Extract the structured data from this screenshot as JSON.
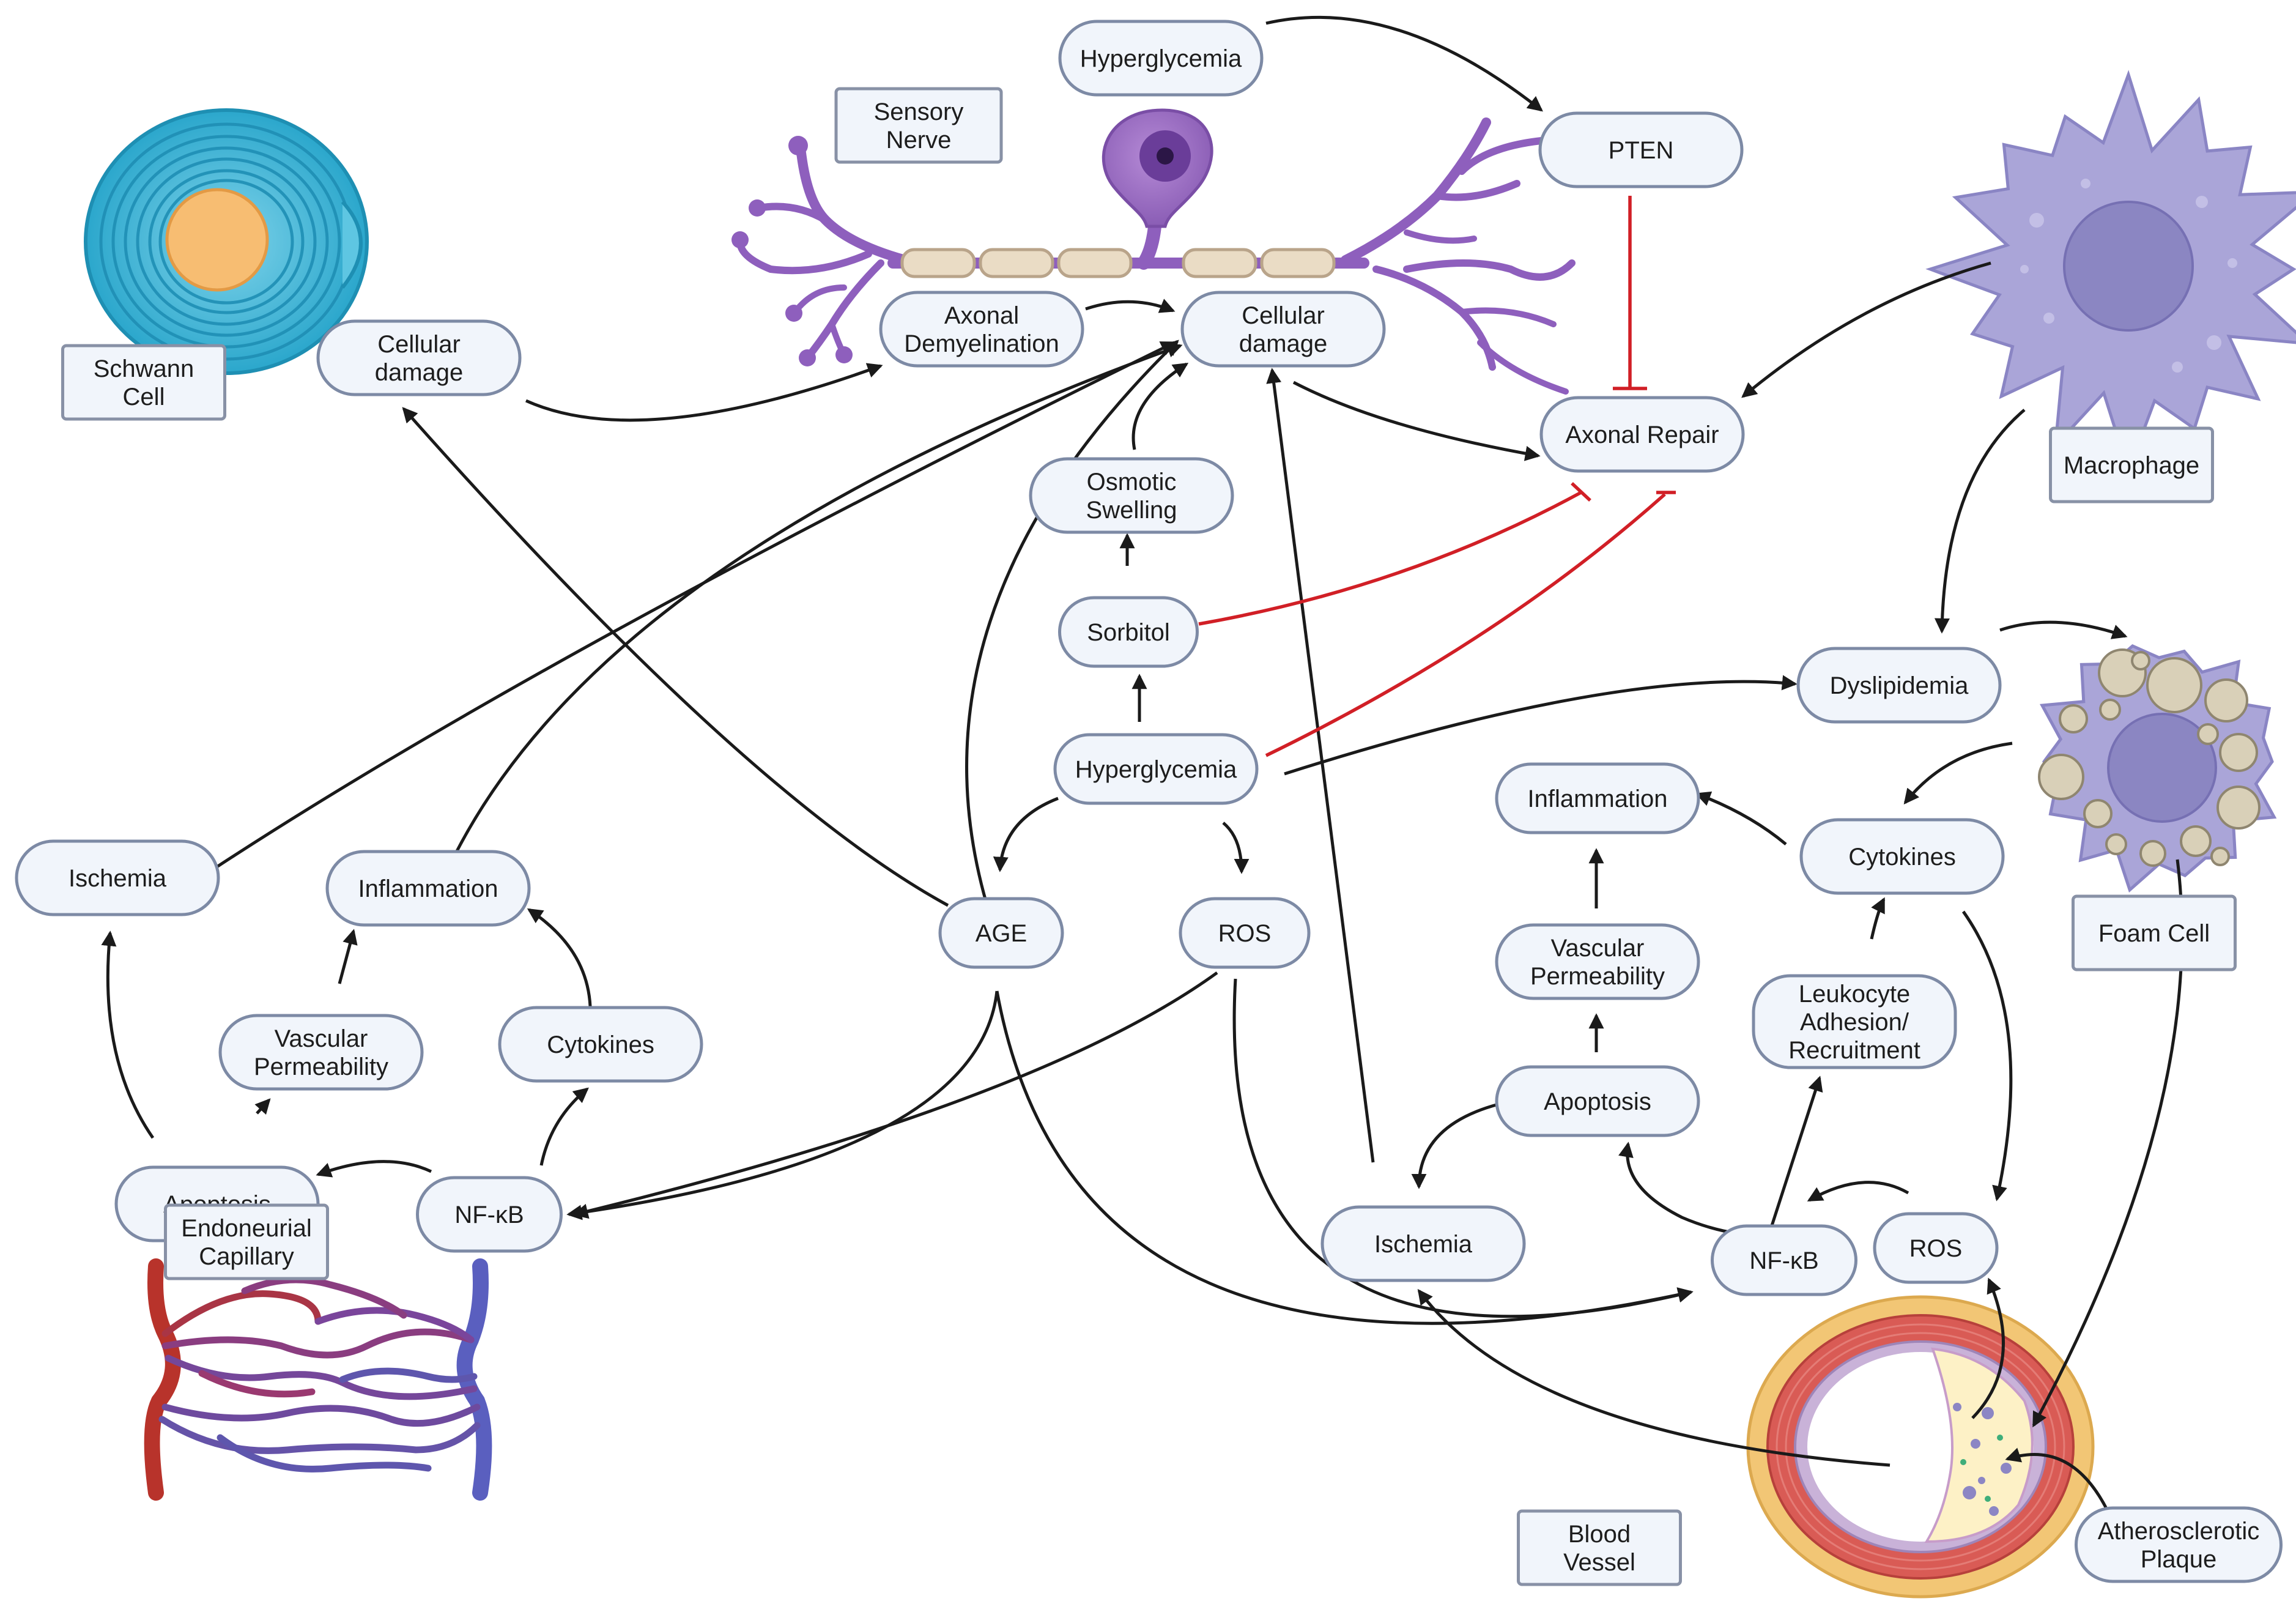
{
  "nodes": {
    "hyperglycemia_top": [
      "Hyperglycemia"
    ],
    "pten": [
      "PTEN"
    ],
    "axonal_demyelination": [
      "Axonal",
      "Demyelination"
    ],
    "cellular_damage_nerve": [
      "Cellular",
      "damage"
    ],
    "cellular_damage_schwann": [
      "Cellular",
      "damage"
    ],
    "axonal_repair": [
      "Axonal Repair"
    ],
    "osmotic_swelling": [
      "Osmotic",
      "Swelling"
    ],
    "sorbitol": [
      "Sorbitol"
    ],
    "hyperglycemia_center": [
      "Hyperglycemia"
    ],
    "dyslipidemia": [
      "Dyslipidemia"
    ],
    "age": [
      "AGE"
    ],
    "ros_center": [
      "ROS"
    ],
    "inflammation_right": [
      "Inflammation"
    ],
    "cytokines_right": [
      "Cytokines"
    ],
    "vascular_permeability_right": [
      "Vascular",
      "Permeability"
    ],
    "leukocyte": [
      "Leukocyte",
      "Adhesion/",
      "Recruitment"
    ],
    "apoptosis_right": [
      "Apoptosis"
    ],
    "ischemia_right": [
      "Ischemia"
    ],
    "nfkb_right": [
      "NF-κB"
    ],
    "ros_right": [
      "ROS"
    ],
    "ischemia_left": [
      "Ischemia"
    ],
    "inflammation_left": [
      "Inflammation"
    ],
    "vascular_permeability_left": [
      "Vascular",
      "Permeability"
    ],
    "cytokines_left": [
      "Cytokines"
    ],
    "apoptosis_left": [
      "Apoptosis"
    ],
    "nfkb_left": [
      "NF-κB"
    ],
    "atherosclerotic_plaque": [
      "Atherosclerotic",
      "Plaque"
    ]
  },
  "labels": {
    "sensory_nerve": [
      "Sensory",
      "Nerve"
    ],
    "schwann_cell": [
      "Schwann",
      "Cell"
    ],
    "macrophage": [
      "Macrophage"
    ],
    "foam_cell": [
      "Foam Cell"
    ],
    "endoneurial_capillary": [
      "Endoneurial",
      "Capillary"
    ],
    "blood_vessel": [
      "Blood",
      "Vessel"
    ]
  },
  "colors": {
    "pill_fill": "#f1f5fb",
    "pill_stroke": "#7d8aa5",
    "arrow": "#1a1a1a",
    "inhibition": "#d11f26",
    "neuron": "#9b6fc0",
    "schwann": "#3fb5d6",
    "macrophage": "#a9a3d6",
    "artery": "#c0392b",
    "vein": "#5a5fbf"
  }
}
